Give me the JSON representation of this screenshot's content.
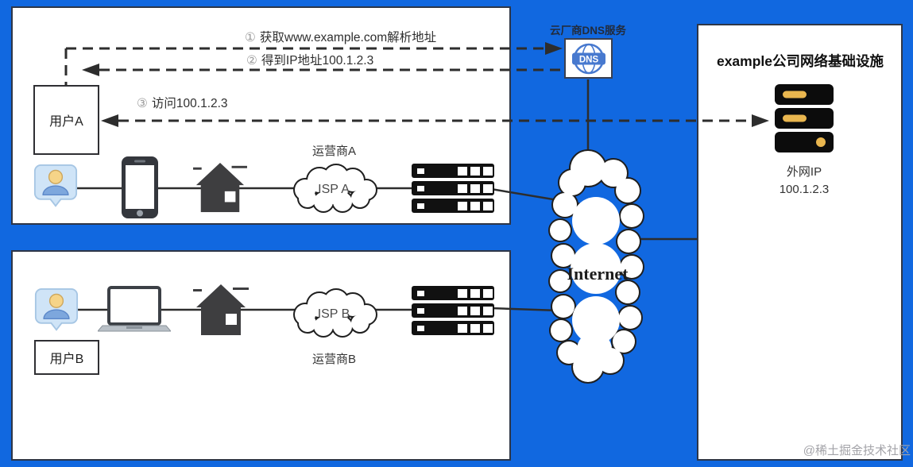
{
  "diagram_title": "DNS resolution and network access diagram",
  "colors": {
    "background": "#1168e0",
    "line": "#2d2d2d",
    "server_accent": "#e9b64f",
    "dns_blue": "#4779cf",
    "watermark_gray": "#a3a3a8"
  },
  "labels": {
    "step1_num": "①",
    "step1_text": "获取www.example.com解析地址",
    "step2_num": "②",
    "step2_text": "得到IP地址100.1.2.3",
    "step3_num": "③",
    "step3_text": "访问100.1.2.3",
    "dns_service": "云厂商DNS服务",
    "dns_icon_text": "DNS",
    "user_a": "用户A",
    "user_b": "用户B",
    "carrier_a": "运营商A",
    "carrier_b": "运营商B",
    "isp_a": "ISP A",
    "isp_b": "ISP B",
    "internet": "Internet",
    "infra_title": "example公司网络基础设施",
    "public_ip_label": "外网IP",
    "public_ip_value": "100.1.2.3",
    "watermark": "@稀土掘金技术社区"
  }
}
